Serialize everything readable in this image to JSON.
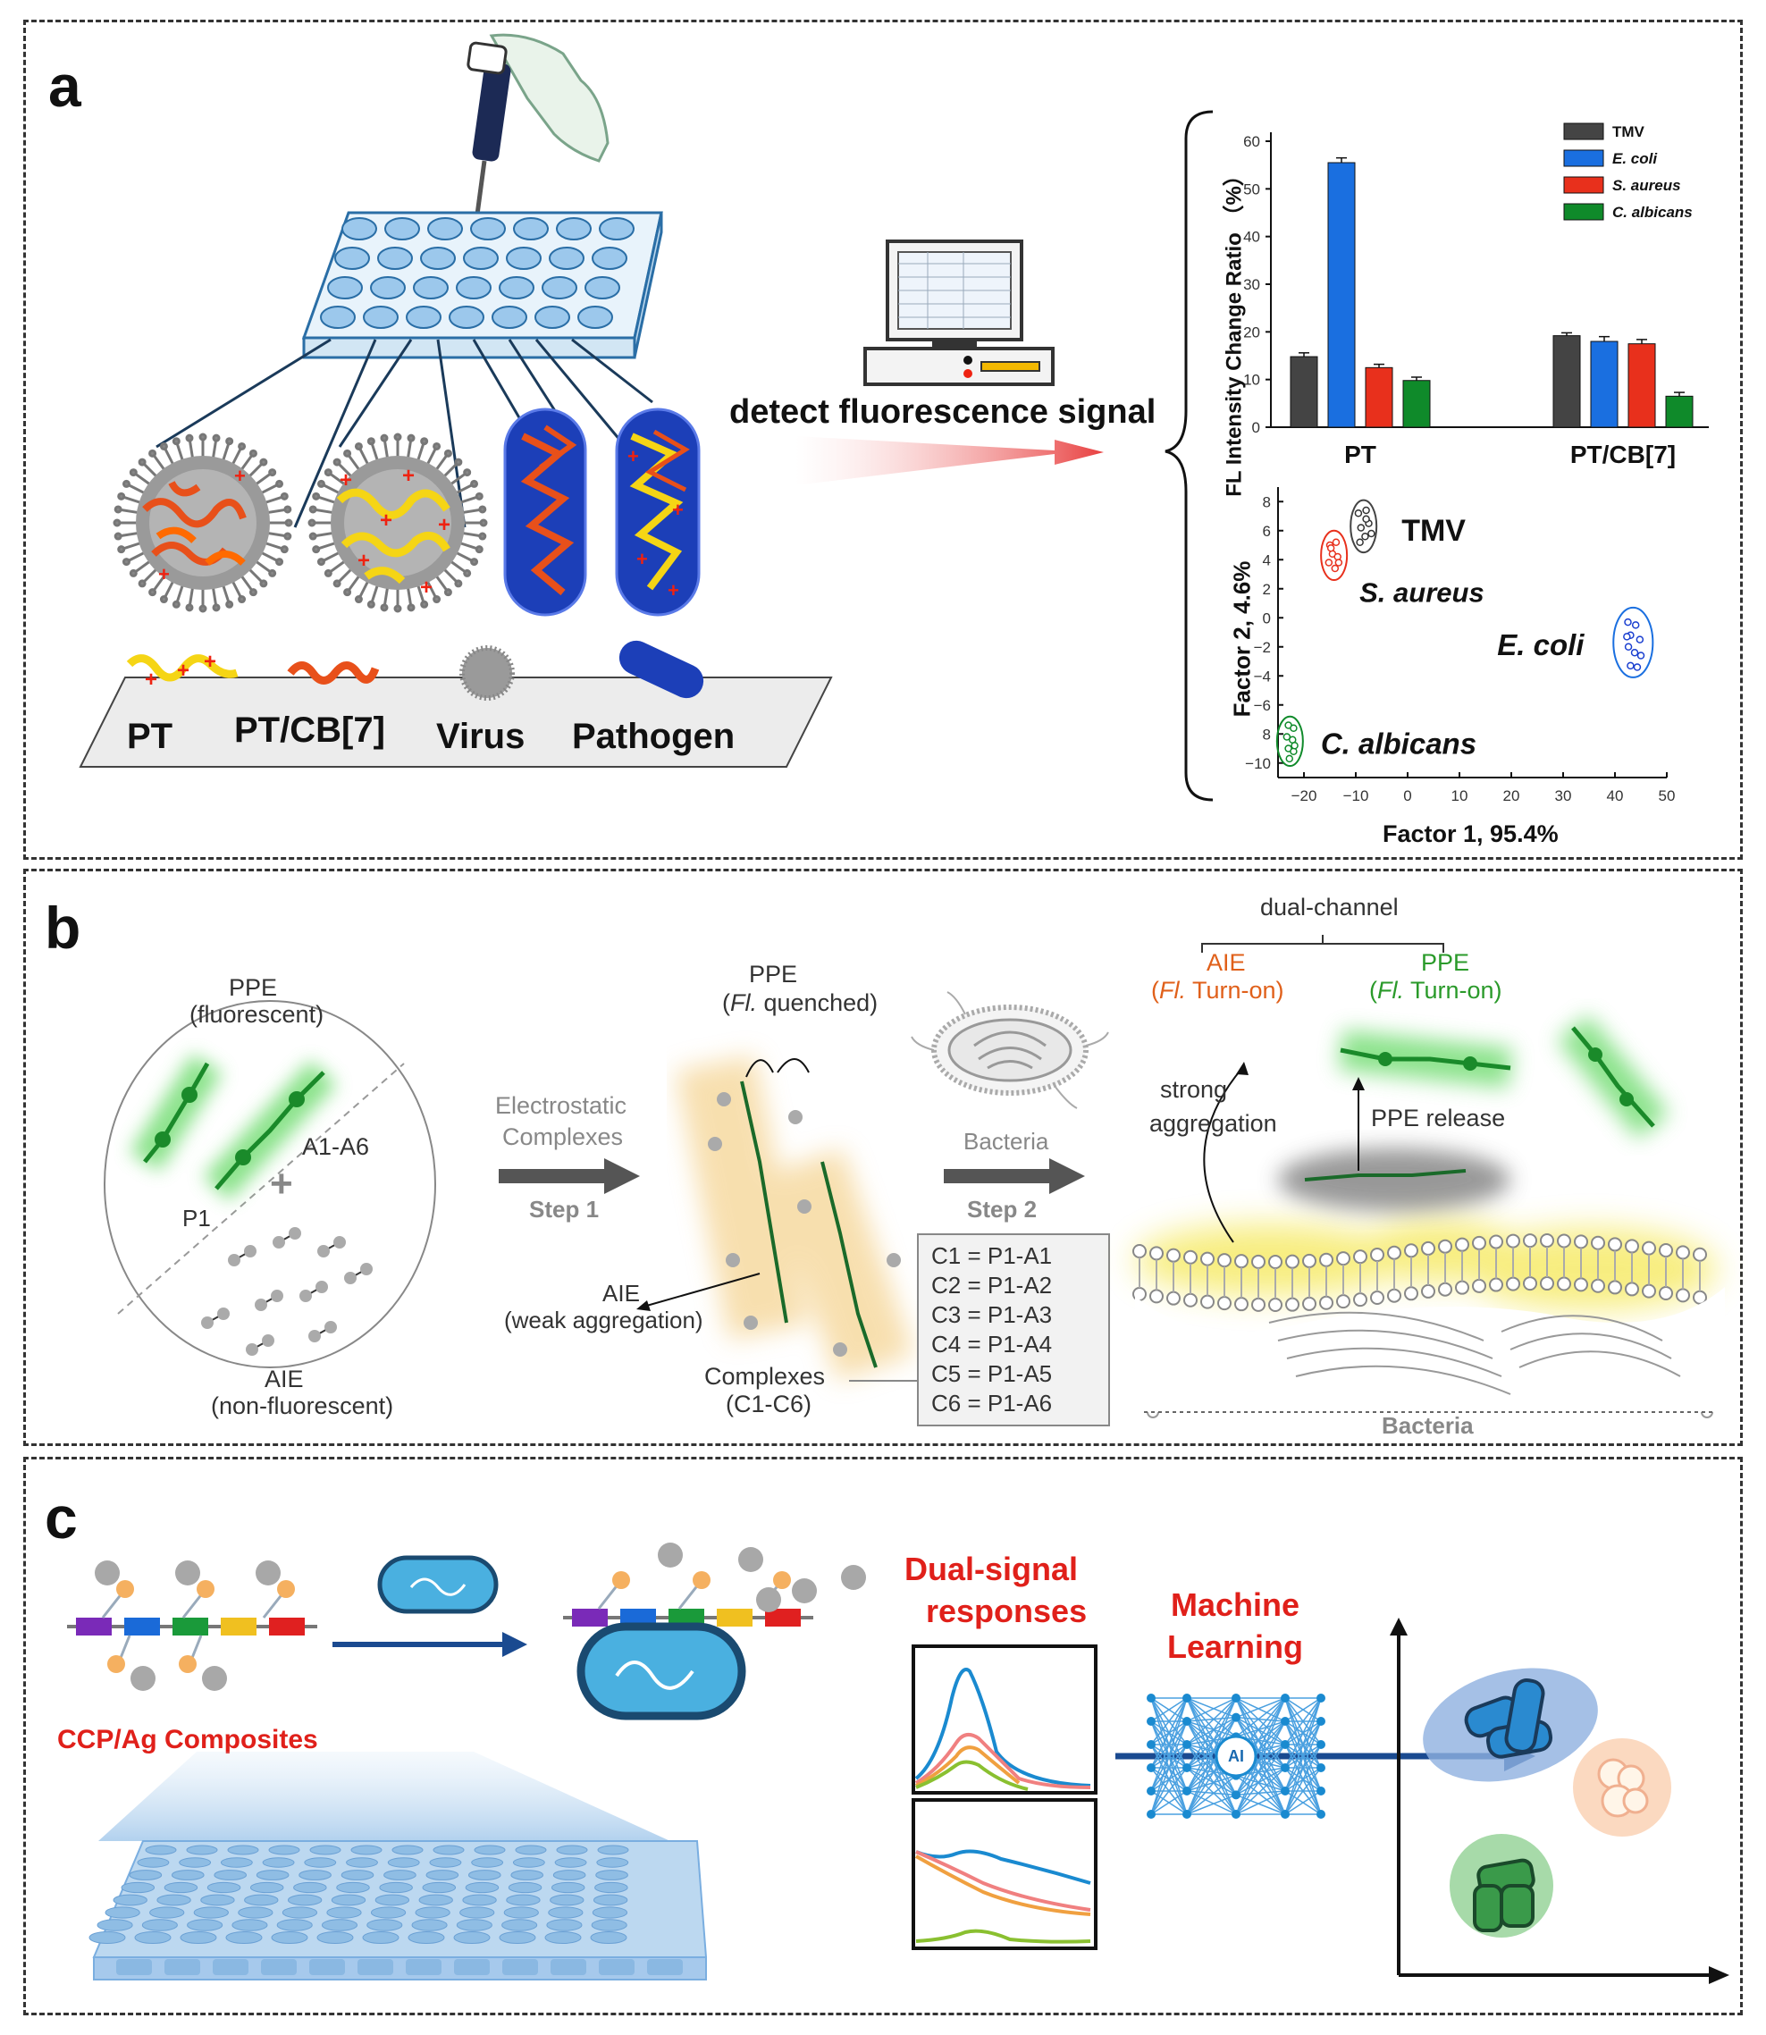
{
  "panels": {
    "a": {
      "label": "a",
      "legend_labels": [
        "PT",
        "PT/CB[7]",
        "Virus",
        "Pathogen"
      ],
      "arrow_text": "detect fluorescence signal"
    },
    "b": {
      "label": "b",
      "ppe_fluorescent": [
        "PPE",
        "(fluorescent)"
      ],
      "p1": "P1",
      "plus": "+",
      "a1a6": "A1-A6",
      "aie_nonfl": [
        "AIE",
        "(non-fluorescent)"
      ],
      "step1": [
        "Electrostatic",
        "Complexes",
        "Step 1"
      ],
      "ppe_quenched": [
        "PPE",
        "(",
        "Fl.",
        " quenched)"
      ],
      "aie_weak": [
        "AIE",
        "(weak aggregation)"
      ],
      "complexes": [
        "Complexes",
        "(C1-C6)"
      ],
      "step2": [
        "Bacteria",
        "Step 2"
      ],
      "complex_list": [
        "C1 = P1-A1",
        "C2 = P1-A2",
        "C3 = P1-A3",
        "C4 = P1-A4",
        "C5 = P1-A5",
        "C6 = P1-A6"
      ],
      "dual_channel": "dual-channel",
      "aie_on": [
        "AIE",
        "(",
        "Fl.",
        " Turn-on)"
      ],
      "ppe_on": [
        "PPE",
        "(",
        "Fl.",
        " Turn-on)"
      ],
      "strong": [
        "strong",
        "aggregation"
      ],
      "ppe_release": "PPE release",
      "bacteria": "Bacteria"
    },
    "c": {
      "label": "c",
      "ccp": "CCP/Ag Composites",
      "dual_signal": [
        "Dual-signal",
        "responses"
      ],
      "ml": [
        "Machine",
        "Learning"
      ],
      "ai": "AI"
    }
  },
  "colors": {
    "tmv": "#444444",
    "ecoli": "#1a6fe0",
    "saureus": "#e8301c",
    "calbicans": "#0f8a2a",
    "accent_red": "#e0201a",
    "aie_orange": "#e0601a",
    "ppe_green": "#2a9a2a"
  },
  "chart_data": [
    {
      "type": "bar",
      "categories": [
        "PT",
        "PT/CB[7]"
      ],
      "series": [
        {
          "name": "TMV",
          "values": [
            14.8,
            19.2
          ],
          "errors": [
            0.8,
            0.6
          ]
        },
        {
          "name": "E. coli",
          "values": [
            55.5,
            18.0
          ],
          "errors": [
            1.0,
            1.0
          ]
        },
        {
          "name": "S. aureus",
          "values": [
            12.5,
            17.5
          ],
          "errors": [
            0.7,
            0.9
          ]
        },
        {
          "name": "C. albicans",
          "values": [
            9.8,
            6.5
          ],
          "errors": [
            0.7,
            0.8
          ]
        }
      ],
      "ylabel": "FL Intensity Change Ratio （%）",
      "ylim": [
        0,
        60
      ],
      "yticks": [
        0,
        10,
        20,
        30,
        40,
        50,
        60
      ],
      "legend": "top-right"
    },
    {
      "type": "scatter",
      "xlabel": "Factor 1, 95.4%",
      "ylabel": "Factor 2, 4.6%",
      "xlim": [
        -25,
        50
      ],
      "ylim": [
        -11,
        9
      ],
      "xticks": [
        -20,
        -10,
        0,
        10,
        20,
        30,
        40,
        50
      ],
      "yticks": [
        8,
        6,
        4,
        2,
        0,
        -2,
        -4,
        -6,
        -8,
        -10
      ],
      "ytick_labels": [
        "8",
        "6",
        "4",
        "2",
        "0",
        "−2",
        "−4",
        "−6",
        "8",
        "−10"
      ],
      "xtick_labels": [
        "−20",
        "−10",
        "0",
        "10",
        "20",
        "30",
        "40",
        "50"
      ],
      "groups": [
        {
          "name": "TMV",
          "cx": -8.5,
          "cy": 6.3,
          "rx": 2.5,
          "ry": 1.8,
          "points": [
            [
              -9.5,
              7.2
            ],
            [
              -8,
              7.4
            ],
            [
              -7.5,
              6.5
            ],
            [
              -9,
              6.2
            ],
            [
              -8.2,
              5.6
            ],
            [
              -7,
              5.8
            ],
            [
              -9.2,
              5.2
            ],
            [
              -8,
              6.8
            ]
          ]
        },
        {
          "name": "S. aureus",
          "cx": -14.2,
          "cy": 4.3,
          "rx": 2.5,
          "ry": 1.7,
          "points": [
            [
              -15,
              5
            ],
            [
              -13.8,
              5.2
            ],
            [
              -14.5,
              4.4
            ],
            [
              -13.5,
              4.2
            ],
            [
              -15.2,
              3.8
            ],
            [
              -14,
              3.4
            ],
            [
              -13.3,
              3.8
            ],
            [
              -14.8,
              4.8
            ]
          ]
        },
        {
          "name": "E. coli",
          "cx": 43.5,
          "cy": -1.7,
          "rx": 3.8,
          "ry": 2.4,
          "points": [
            [
              42.5,
              -0.3
            ],
            [
              44,
              -0.5
            ],
            [
              43,
              -1.2
            ],
            [
              44.8,
              -1.5
            ],
            [
              42.6,
              -2
            ],
            [
              43.8,
              -2.4
            ],
            [
              45,
              -2.6
            ],
            [
              43,
              -3.3
            ],
            [
              44.3,
              -3.4
            ],
            [
              42.3,
              -1.3
            ]
          ]
        },
        {
          "name": "C. albicans",
          "cx": -22.7,
          "cy": -8.5,
          "rx": 2.5,
          "ry": 1.7,
          "points": [
            [
              -23,
              -7.4
            ],
            [
              -22,
              -7.6
            ],
            [
              -23.3,
              -8.2
            ],
            [
              -22.2,
              -8.4
            ],
            [
              -23,
              -9.0
            ],
            [
              -22,
              -9.2
            ],
            [
              -22.8,
              -9.7
            ],
            [
              -21.8,
              -8.8
            ]
          ]
        }
      ]
    }
  ]
}
